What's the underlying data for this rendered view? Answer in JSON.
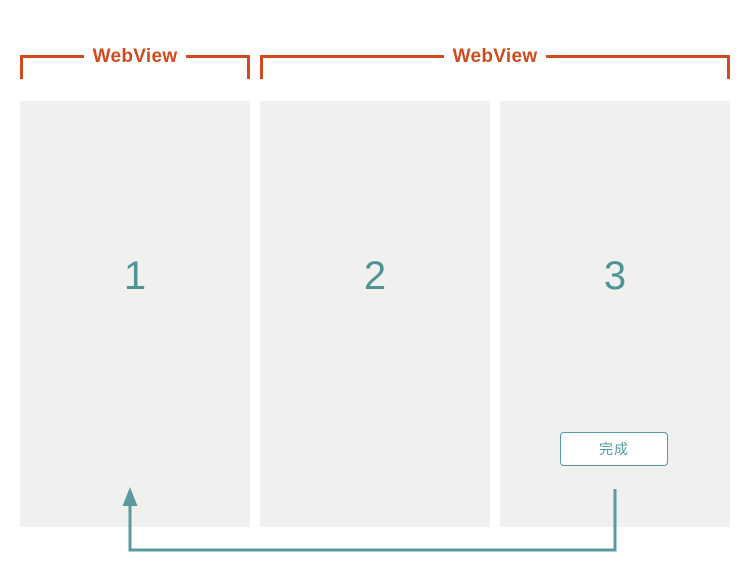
{
  "diagram": {
    "brackets": [
      {
        "label": "WebView"
      },
      {
        "label": "WebView"
      }
    ],
    "panels": [
      {
        "number": "1"
      },
      {
        "number": "2"
      },
      {
        "number": "3"
      }
    ],
    "done_button_label": "完成",
    "colors": {
      "bracket_orange": "#d14a1e",
      "arrow_teal": "#5b9b9d",
      "number_teal": "#4f9396",
      "panel_gray": "#f0f0ef"
    }
  }
}
